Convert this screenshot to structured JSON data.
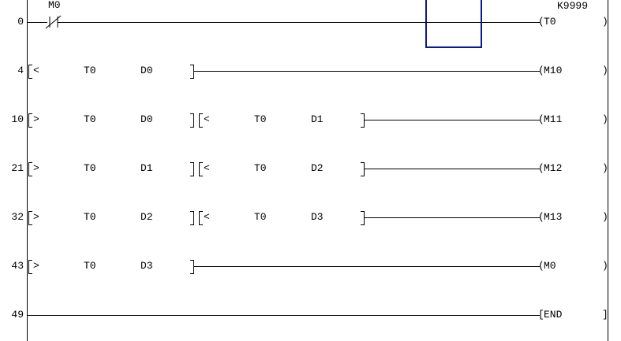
{
  "rungs": [
    {
      "step": "0",
      "contact": {
        "label": "M0",
        "type": "normally-closed"
      },
      "compares": [],
      "coil": {
        "open": "(",
        "label": "T0",
        "close": ")",
        "setting": "K9999"
      }
    },
    {
      "step": "4",
      "compares": [
        {
          "op": "<",
          "a": "T0",
          "b": "D0"
        }
      ],
      "coil": {
        "open": "(",
        "label": "M10",
        "close": ")"
      }
    },
    {
      "step": "10",
      "compares": [
        {
          "op": ">",
          "a": "T0",
          "b": "D0"
        },
        {
          "op": "<",
          "a": "T0",
          "b": "D1"
        }
      ],
      "coil": {
        "open": "(",
        "label": "M11",
        "close": ")"
      }
    },
    {
      "step": "21",
      "compares": [
        {
          "op": ">",
          "a": "T0",
          "b": "D1"
        },
        {
          "op": "<",
          "a": "T0",
          "b": "D2"
        }
      ],
      "coil": {
        "open": "(",
        "label": "M12",
        "close": ")"
      }
    },
    {
      "step": "32",
      "compares": [
        {
          "op": ">",
          "a": "T0",
          "b": "D2"
        },
        {
          "op": "<",
          "a": "T0",
          "b": "D3"
        }
      ],
      "coil": {
        "open": "(",
        "label": "M13",
        "close": ")"
      }
    },
    {
      "step": "43",
      "compares": [
        {
          "op": ">",
          "a": "T0",
          "b": "D3"
        }
      ],
      "coil": {
        "open": "(",
        "label": "M0",
        "close": ")"
      }
    },
    {
      "step": "49",
      "compares": [],
      "coil": {
        "open": "[",
        "label": "END",
        "close": "]"
      }
    }
  ],
  "colors": {
    "cursor": "#0a1a8c",
    "line": "#000000"
  }
}
